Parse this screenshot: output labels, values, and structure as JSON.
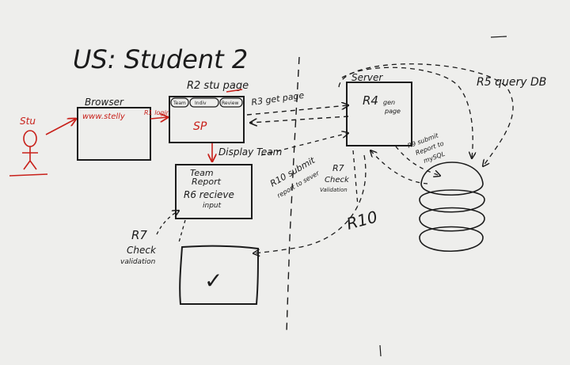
{
  "title": "US: Student 2",
  "actor": {
    "label": "Stu"
  },
  "browser": {
    "title": "Browser",
    "url": "www.stelly",
    "arrow": "R1 login"
  },
  "page": {
    "title": "R2 stu page",
    "tabs": [
      "Team",
      "Indiv",
      "Review"
    ],
    "body": "SP",
    "arrow": "Display Team"
  },
  "team_report": {
    "line1": "Team",
    "line2": "Report",
    "line3": "R6 recieve",
    "line4": "input"
  },
  "server": {
    "title": "Server",
    "line1": "R4",
    "line2": "gen",
    "line3": "page"
  },
  "labels": {
    "r3": "R3 get page",
    "r5": "R5 query DB",
    "r9a": "R9 submit",
    "r9b": "Report to",
    "r9c": "mySQL",
    "r10a": "R10 submit",
    "r10b": "report to sever",
    "r7a": "R7",
    "r7b": "Check",
    "r7c": "Validation",
    "r10big": "R10",
    "r7left1": "R7",
    "r7left2": "Check",
    "r7left3": "validation",
    "check": "✓"
  },
  "colors": {
    "ink": "#1b1b1b",
    "red": "#c8201a",
    "board": "#eeeeec"
  }
}
